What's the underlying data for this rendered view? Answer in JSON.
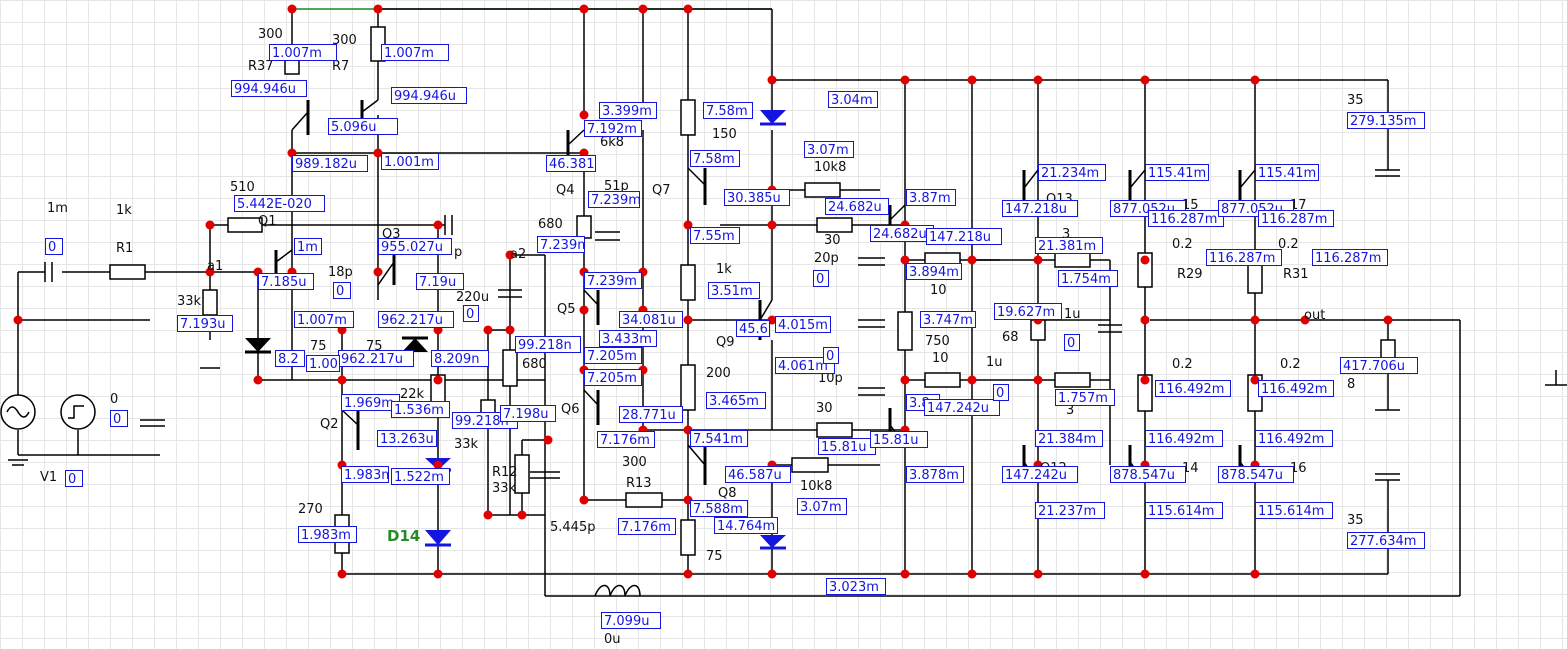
{
  "component_labels": [
    "300",
    "R37",
    "300",
    "R7",
    "510",
    "Q1",
    "Q3",
    "18p",
    "p",
    "a1",
    "a2",
    "1m",
    "1k",
    "R1",
    "33k",
    "75",
    "75",
    "22k",
    "33k",
    "Q2",
    "270",
    "D14",
    "220u",
    "680",
    "R12",
    "33k",
    "5.445p",
    "Q4",
    "680",
    "Q5",
    "Q6",
    "300",
    "R13",
    "6k8",
    "51p",
    "Q7",
    "150",
    "1k",
    "Q9",
    "200",
    "Q8",
    "75",
    "10k8",
    "30",
    "20p",
    "10p",
    "30",
    "10k8",
    "10",
    "750",
    "10",
    "68",
    "1u",
    "1u",
    "Q13",
    "Q12",
    "3",
    "3",
    "0.2",
    "0.2",
    "R29",
    "R31",
    "0.2",
    "0.2",
    "35",
    "35",
    "out",
    "8",
    "V1",
    "0",
    "0u",
    "15",
    "17",
    "14",
    "16"
  ],
  "meters": [
    "1.007m",
    "1.007m",
    "994.946u",
    "994.946u",
    "5.096u",
    "989.182u",
    "1.001m",
    "5.442E-020",
    "1m",
    "955.027u",
    "7.185u",
    "7.19u",
    "7.193u",
    "1.007m",
    "962.217u",
    "962.217u",
    "8.2",
    "1.00",
    "8.209n",
    "1.969m",
    "1.536m",
    "99.218n",
    "99.218n",
    "7.198u",
    "13.263u",
    "1.983m",
    "1.522m",
    "1.983m",
    "3.399m",
    "7.192m",
    "46.381",
    "7.239m",
    "7.239m",
    "7.239m",
    "34.081u",
    "3.433m",
    "7.205m",
    "7.205m",
    "28.771u",
    "7.176m",
    "7.176m",
    "7.58m",
    "7.58m",
    "7.55m",
    "30.385u",
    "3.04m",
    "3.07m",
    "24.682u",
    "24.682u",
    "3.51m",
    "45.6",
    "4.015m",
    "4.061m",
    "3.465m",
    "7.541m",
    "46.587u",
    "7.588m",
    "14.764m",
    "3.07m",
    "15.81u",
    "15.81u",
    "3.87m",
    "147.218u",
    "3.894m",
    "3.747m",
    "3.8",
    "147.242u",
    "3.878m",
    "21.234m",
    "147.218u",
    "21.381m",
    "1.754m",
    "19.627m",
    "1.757m",
    "21.384m",
    "147.242u",
    "21.237m",
    "115.41m",
    "877.052u",
    "116.287m",
    "115.41m",
    "877.052u",
    "116.287m",
    "116.287m",
    "116.287m",
    "116.492m",
    "116.492m",
    "116.492m",
    "116.492m",
    "878.547u",
    "878.547u",
    "115.614m",
    "115.614m",
    "279.135m",
    "417.706u",
    "277.634m",
    "3.023m",
    "7.099u",
    "0",
    "0",
    "0",
    "0",
    "0",
    "0",
    "0",
    "0",
    "0"
  ]
}
